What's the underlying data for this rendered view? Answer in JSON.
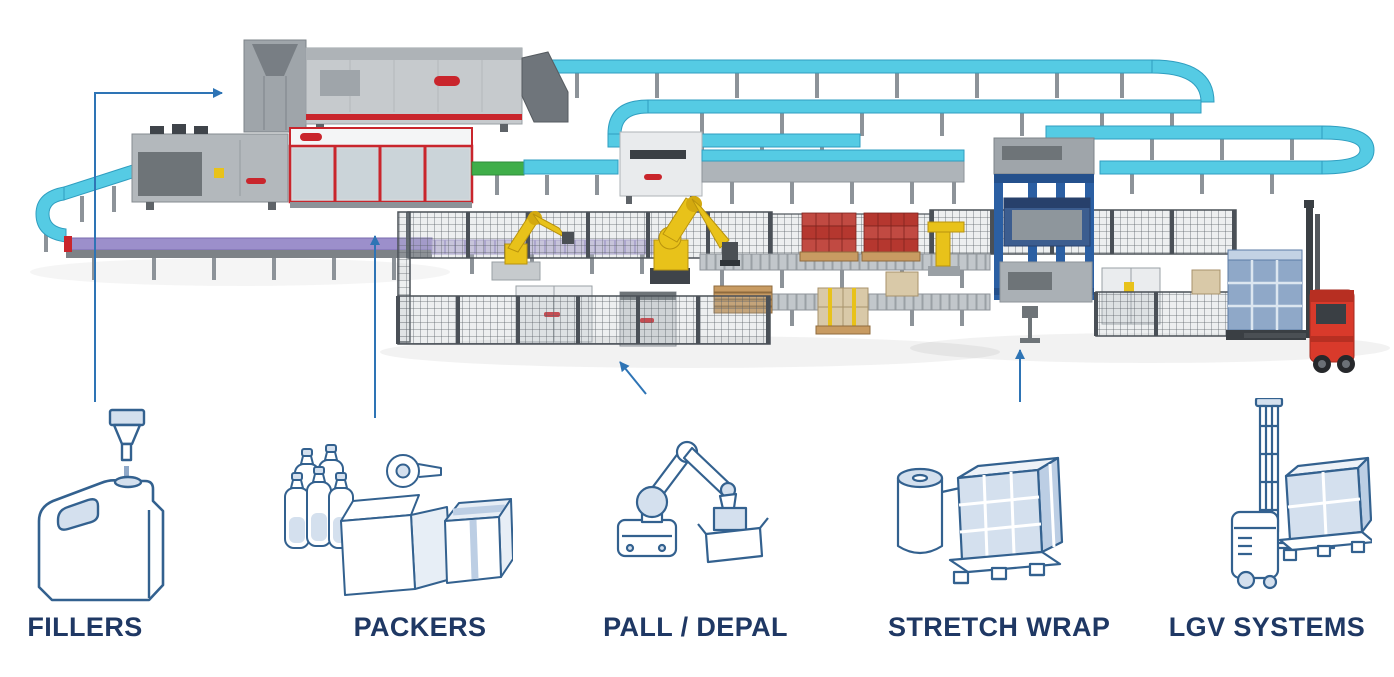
{
  "sections": [
    {
      "id": "fillers",
      "label": "FILLERS",
      "icon": "filler-jug-icon"
    },
    {
      "id": "packers",
      "label": "PACKERS",
      "icon": "bottles-and-cases-icon"
    },
    {
      "id": "pall-depal",
      "label": "PALL / DEPAL",
      "icon": "palletizing-robot-icon"
    },
    {
      "id": "stretch-wrap",
      "label": "STRETCH WRAP",
      "icon": "stretch-wrap-pallet-icon"
    },
    {
      "id": "lgv-systems",
      "label": "LGV SYSTEMS",
      "icon": "lgv-forklift-icon"
    }
  ],
  "colors": {
    "background": "#FFFFFF",
    "label_text": "#1F3864",
    "arrow_blue": "#2E74B5",
    "icon_stroke": "#33618F",
    "icon_fill_light": "#D4E0EE",
    "conveyor_cyan": "#55CBE4",
    "conveyor_purple": "#9C8FCB",
    "machine_gray": "#B9BDC1",
    "accent_red": "#C9252C",
    "robot_yellow": "#E8C21A",
    "palletizer_blue": "#2B5FA3",
    "fence_gray": "#4A5057",
    "wrapped_box_blue": "#8FA8C8",
    "forklift_red": "#D93A2B"
  },
  "illustration": {
    "description": "Isometric render of a complete packaging line: filler and shrink tunnel, packer machine, robotic pall/depal cell with safety fencing, palletizer, stretch-wrap area and LGV forklift, linked by overhead conveyors."
  }
}
